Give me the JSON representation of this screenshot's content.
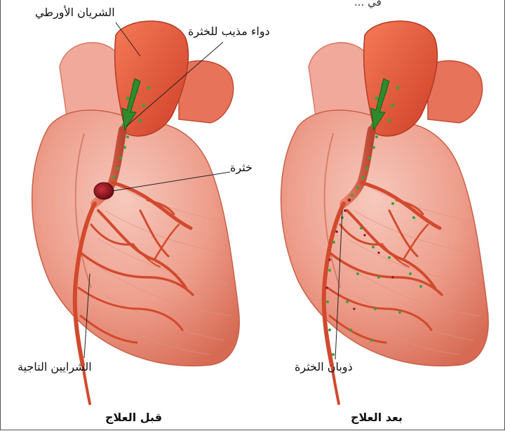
{
  "labels": {
    "aorta": "الشريان الأورطي",
    "drug": "دواء مذيب للخثرة",
    "clot": "خثرة",
    "coronary": "الشرايين التاجية",
    "dissolve": "ذوبان الخثرة",
    "top_partial": "في ..."
  },
  "captions": {
    "before": "قبل العلاج",
    "after": "بعد العلاج"
  },
  "colors": {
    "heart_light": "#f2b1a5",
    "heart_mid": "#e98470",
    "heart_dark": "#c9513c",
    "aorta": "#e2573b",
    "artery": "#d24a2d",
    "clot": "#8e1020",
    "drug_dots": "#3aa23a",
    "arrow": "#2f8a2a"
  },
  "icons": {
    "arrow": "green-arrow-icon"
  }
}
